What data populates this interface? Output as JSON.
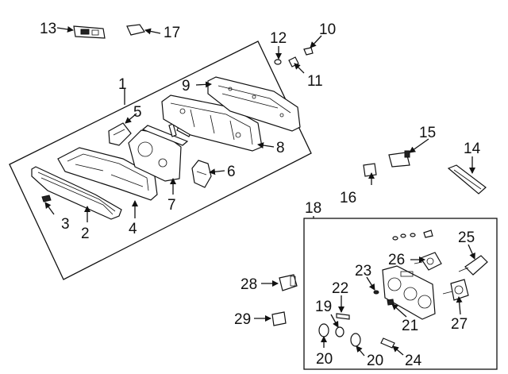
{
  "callouts": {
    "c1": "1",
    "c2": "2",
    "c3": "3",
    "c4": "4",
    "c5": "5",
    "c6": "6",
    "c7": "7",
    "c8": "8",
    "c9": "9",
    "c10": "10",
    "c11": "11",
    "c12": "12",
    "c13": "13",
    "c14": "14",
    "c15": "15",
    "c16": "16",
    "c17": "17",
    "c18": "18",
    "c19": "19",
    "c20a": "20",
    "c20b": "20",
    "c21": "21",
    "c22": "22",
    "c23": "23",
    "c24": "24",
    "c25": "25",
    "c26": "26",
    "c27": "27",
    "c28": "28",
    "c29": "29"
  },
  "colors": {
    "ink": "#111111",
    "paper": "#ffffff"
  }
}
